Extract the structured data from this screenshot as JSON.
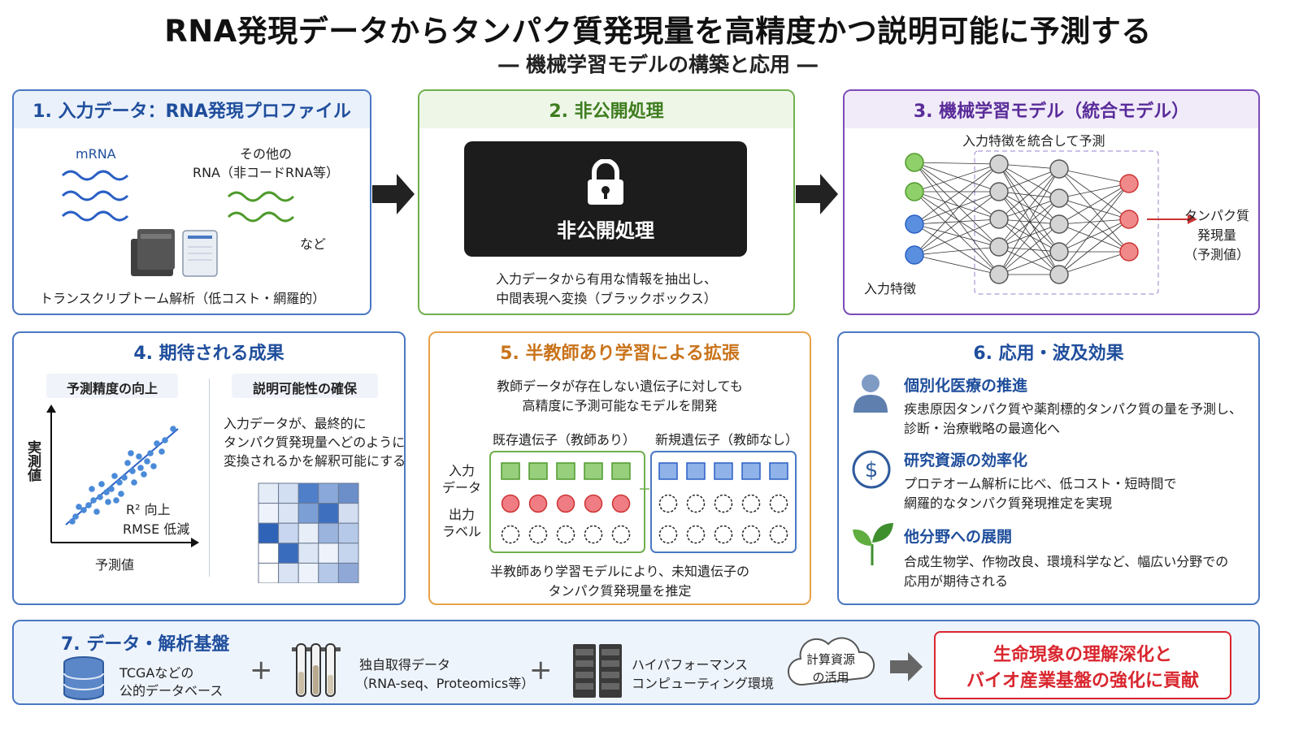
{
  "header": {
    "title": "RNA発現データからタンパク質発現量を高精度かつ説明可能に予測する",
    "subtitle": "― 機械学習モデルの構築と応用 ―"
  },
  "panel1": {
    "heading": "1. 入力データ：RNA発現プロファイル",
    "mrna": "mRNA",
    "other_rna_line1": "その他の",
    "other_rna_line2": "RNA（非コードRNA等）",
    "etc": "など",
    "caption": "トランスクリプトーム解析（低コスト・網羅的）"
  },
  "panel2": {
    "heading": "2. 非公開処理",
    "box_label": "非公開処理",
    "desc_line1": "入力データから有用な情報を抽出し、",
    "desc_line2": "中間表現へ変換（ブラックボックス）"
  },
  "panel3": {
    "heading": "3. 機械学習モデル（統合モデル）",
    "top_label": "入力特徴を統合して予測",
    "input_label": "入力特徴",
    "output_line1": "タンパク質",
    "output_line2": "発現量",
    "output_line3": "（予測値）"
  },
  "panel4": {
    "heading": "4. 期待される成果",
    "left_title": "予測精度の向上",
    "y_axis": "実測値",
    "x_axis": "予測値",
    "r2": "R² 向上",
    "rmse": "RMSE 低減",
    "right_title": "説明可能性の確保",
    "desc_line1": "入力データが、最終的に",
    "desc_line2": "タンパク質発現量へどのように",
    "desc_line3": "変換されるかを解釈可能にする"
  },
  "panel5": {
    "heading": "5. 半教師あり学習による拡張",
    "intro_line1": "教師データが存在しない遺伝子に対しても",
    "intro_line2": "高精度に予測可能なモデルを開発",
    "known": "既存遺伝子（教師あり）",
    "new": "新規遺伝子（教師なし）",
    "input_line1": "入力",
    "input_line2": "データ",
    "output_line1": "出力",
    "output_line2": "ラベル",
    "footer_line1": "半教師あり学習モデルにより、未知遺伝子の",
    "footer_line2": "タンパク質発現量を推定"
  },
  "panel6": {
    "heading": "6. 応用・波及効果",
    "items": [
      {
        "title": "個別化医療の推進",
        "line1": "疾患原因タンパク質や薬剤標的タンパク質の量を予測し、",
        "line2": "診断・治療戦略の最適化へ",
        "icon": "person-icon"
      },
      {
        "title": "研究資源の効率化",
        "line1": "プロテオーム解析に比べ、低コスト・短時間で",
        "line2": "網羅的なタンパク質発現推定を実現",
        "icon": "dollar-icon"
      },
      {
        "title": "他分野への展開",
        "line1": "合成生物学、作物改良、環境科学など、幅広い分野での",
        "line2": "応用が期待される",
        "icon": "sprout-icon"
      }
    ]
  },
  "panel7": {
    "heading": "7. データ・解析基盤",
    "db_line1": "TCGAなどの",
    "db_line2": "公的データベース",
    "plus": "+",
    "own_line1": "独自取得データ",
    "own_line2": "（RNA-seq、Proteomics等）",
    "hpc_line1": "ハイパフォーマンス",
    "hpc_line2": "コンピューティング環境",
    "cloud_line1": "計算資源",
    "cloud_line2": "の活用",
    "result_line1": "生命現象の理解深化と",
    "result_line2": "バイオ産業基盤の強化に貢献"
  },
  "colors": {
    "blue": "#1f4e9c",
    "green": "#6fb04c",
    "purple": "#7c4bb9",
    "orange": "#e8a24a",
    "red": "#d9262e"
  }
}
